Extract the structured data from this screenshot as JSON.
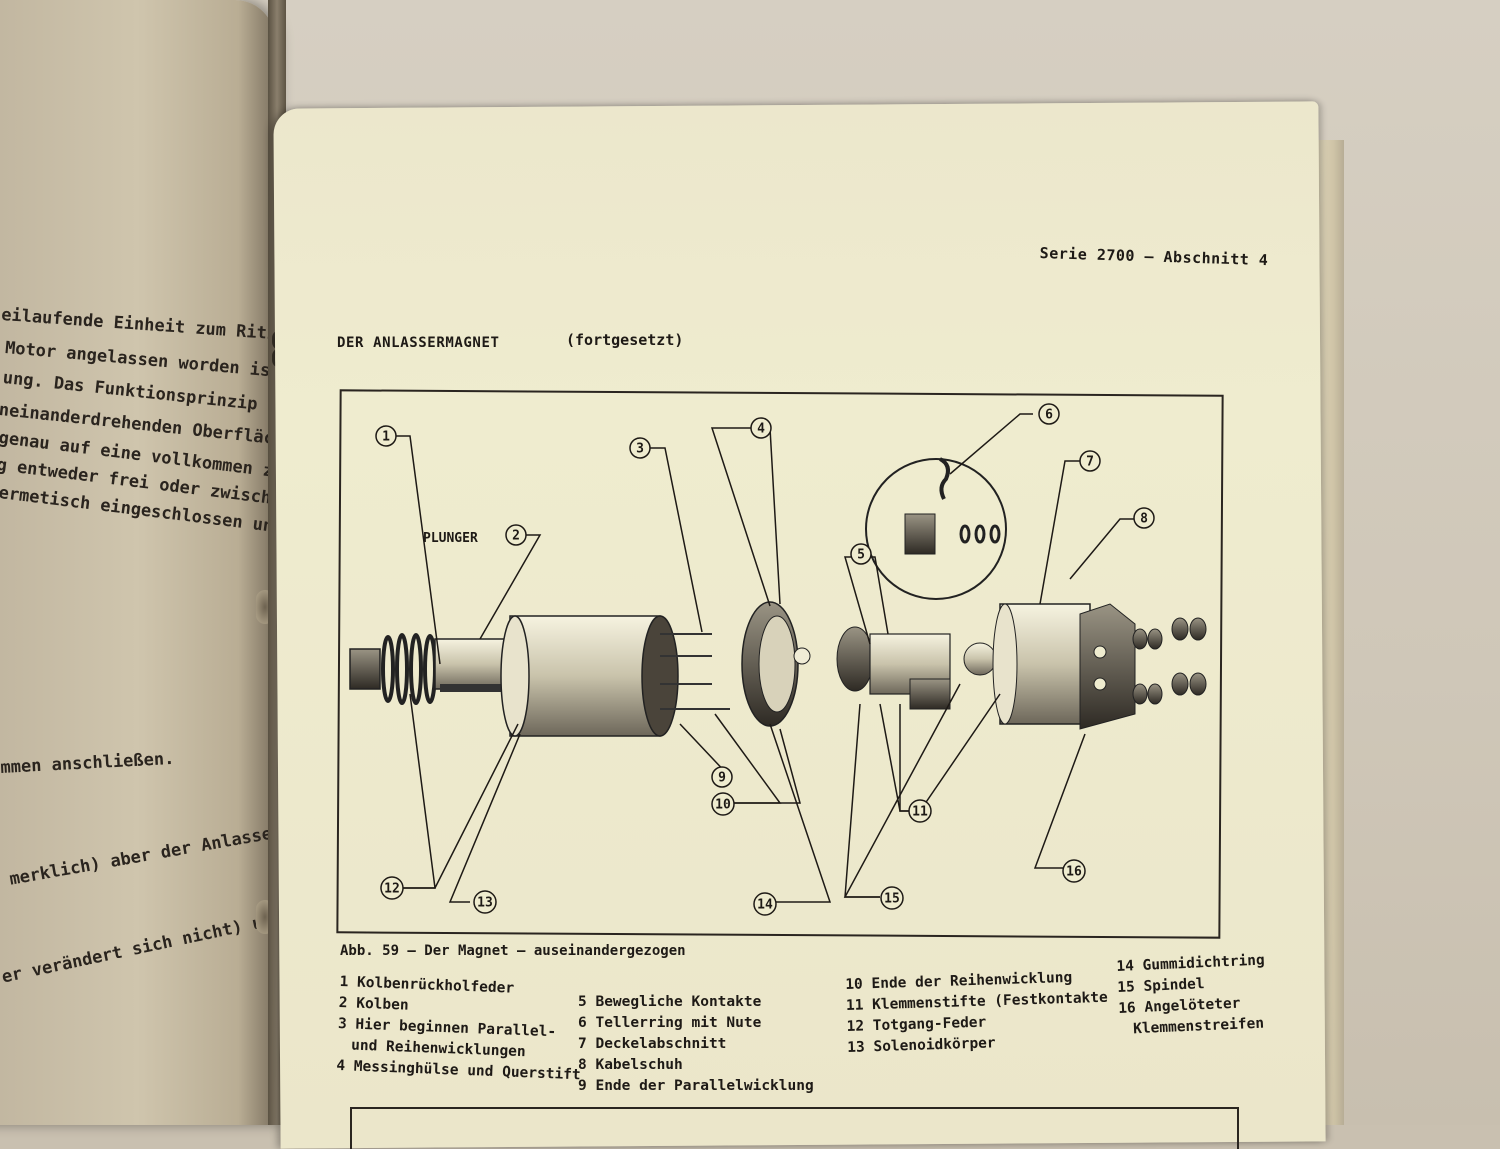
{
  "left_page": {
    "lines": [
      "eilaufende Einheit zum Ritzel und Schw",
      "Motor angelassen worden ist, von einer",
      "ung. Das Funktionsprinzip der Freila",
      "neinanderdrehenden Oberflächen eingeb",
      "genau auf eine vollkommen zylindrisch",
      "g entweder frei oder zwischen den Rol",
      "ermetisch eingeschlossen und kann nicht",
      "mmen anschließen.",
      "merklich) aber der Anlasser kurbelt an",
      "er verändert sich nicht) und der Anlass"
    ]
  },
  "header": {
    "text": "Serie 2700 – Abschnitt 4"
  },
  "section": {
    "title": "DER ANLASSERMAGNET",
    "subtitle": "(fortgesetzt)"
  },
  "figure": {
    "plunger_label": "PLUNGER",
    "callouts": [
      "1",
      "2",
      "3",
      "4",
      "5",
      "6",
      "7",
      "8",
      "9",
      "10",
      "11",
      "12",
      "13",
      "14",
      "15",
      "16"
    ],
    "caption": "Abb. 59 – Der Magnet   – auseinandergezogen"
  },
  "legend": {
    "col1": [
      "1 Kolbenrückholfeder",
      "2 Kolben",
      "3 Hier beginnen Parallel-",
      "und Reihenwicklungen",
      "4 Messinghülse und Querstift"
    ],
    "col2": [
      "5 Bewegliche Kontakte",
      "6 Tellerring mit Nute",
      "7 Deckelabschnitt",
      "8 Kabelschuh",
      "9 Ende der Parallelwicklung"
    ],
    "col3": [
      "10 Ende der Reihenwicklung",
      "11 Klemmenstifte (Festkontakte",
      "12 Totgang-Feder",
      "13 Solenoidkörper"
    ],
    "col4": [
      "14 Gummidichtring",
      "15 Spindel",
      "16 Angelöteter",
      "Klemmenstreifen"
    ]
  },
  "colors": {
    "paper": "#efeccf",
    "ink": "#1e1a16",
    "backdrop": "#cfc7b8"
  }
}
